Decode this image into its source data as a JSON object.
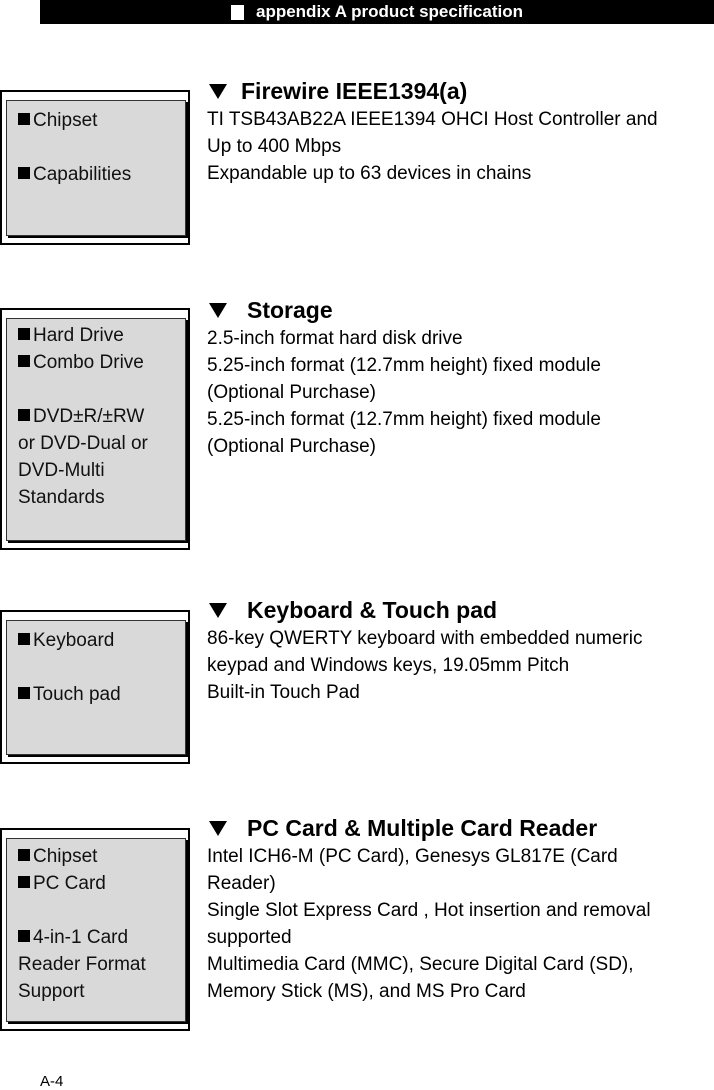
{
  "header": {
    "title": "appendix A product specification"
  },
  "sections": [
    {
      "box_lines": [
        {
          "bullet": true,
          "text": "Chipset"
        },
        {
          "bullet": false,
          "text": ""
        },
        {
          "bullet": true,
          "text": "Capabilities"
        }
      ],
      "title": "Firewire IEEE1394(a)",
      "body": [
        "TI TSB43AB22A IEEE1394 OHCI Host Controller and",
        "Up to 400 Mbps",
        "Expandable up to 63 devices in chains"
      ]
    },
    {
      "box_lines": [
        {
          "bullet": true,
          "text": "Hard Drive"
        },
        {
          "bullet": true,
          "text": "Combo Drive"
        },
        {
          "bullet": false,
          "text": ""
        },
        {
          "bullet": true,
          "text": "DVD±R/±RW"
        },
        {
          "bullet": false,
          "text": "or DVD-Dual or"
        },
        {
          "bullet": false,
          "text": "DVD-Multi"
        },
        {
          "bullet": false,
          "text": "Standards"
        }
      ],
      "title": "Storage",
      "body": [
        "2.5-inch format hard disk drive",
        "5.25-inch format (12.7mm height) fixed module",
        "(Optional Purchase)",
        "5.25-inch format (12.7mm height) fixed module",
        "(Optional Purchase)"
      ]
    },
    {
      "box_lines": [
        {
          "bullet": true,
          "text": "Keyboard"
        },
        {
          "bullet": false,
          "text": ""
        },
        {
          "bullet": true,
          "text": "Touch pad"
        }
      ],
      "title": "Keyboard & Touch pad",
      "body": [
        "86-key QWERTY keyboard with embedded numeric",
        "keypad and Windows keys, 19.05mm Pitch",
        "Built-in Touch Pad"
      ]
    },
    {
      "box_lines": [
        {
          "bullet": true,
          "text": "Chipset"
        },
        {
          "bullet": true,
          "text": "PC Card"
        },
        {
          "bullet": false,
          "text": ""
        },
        {
          "bullet": true,
          "text": "4-in-1 Card"
        },
        {
          "bullet": false,
          "text": "Reader Format"
        },
        {
          "bullet": false,
          "text": "Support"
        }
      ],
      "title": "PC Card & Multiple Card Reader",
      "body": [
        "Intel ICH6-M (PC Card), Genesys GL817E (Card",
        "Reader)",
        "Single Slot Express Card , Hot insertion and removal",
        "supported",
        "Multimedia Card (MMC), Secure Digital Card (SD),",
        "Memory Stick (MS), and MS Pro Card"
      ]
    }
  ],
  "footer": {
    "page_number": "A-4"
  }
}
